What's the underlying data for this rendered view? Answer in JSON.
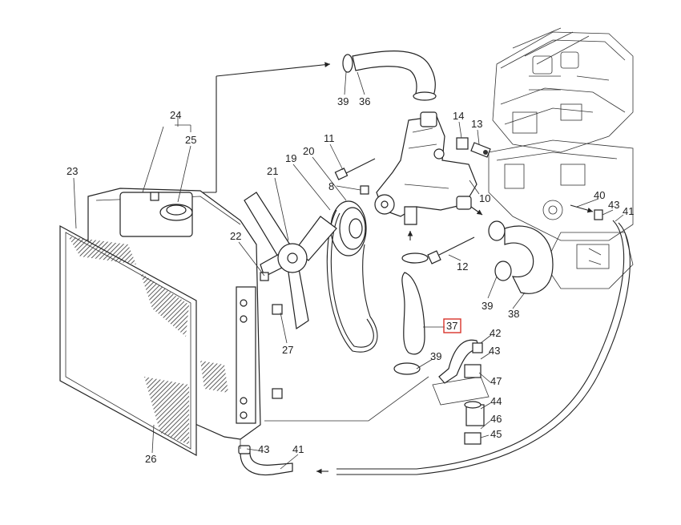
{
  "diagram": {
    "highlight_color": "#d9342b",
    "highlighted_callout": "37",
    "callouts": [
      {
        "id": "c-23",
        "label": "23"
      },
      {
        "id": "c-24",
        "label": "24"
      },
      {
        "id": "c-25",
        "label": "25"
      },
      {
        "id": "c-26",
        "label": "26"
      },
      {
        "id": "c-22",
        "label": "22"
      },
      {
        "id": "c-27",
        "label": "27"
      },
      {
        "id": "c-21",
        "label": "21"
      },
      {
        "id": "c-19",
        "label": "19"
      },
      {
        "id": "c-20",
        "label": "20"
      },
      {
        "id": "c-11",
        "label": "11"
      },
      {
        "id": "c-8",
        "label": "8"
      },
      {
        "id": "c-39a",
        "label": "39"
      },
      {
        "id": "c-36",
        "label": "36"
      },
      {
        "id": "c-14",
        "label": "14"
      },
      {
        "id": "c-13",
        "label": "13"
      },
      {
        "id": "c-10",
        "label": "10"
      },
      {
        "id": "c-12",
        "label": "12"
      },
      {
        "id": "c-37",
        "label": "37"
      },
      {
        "id": "c-39b",
        "label": "39"
      },
      {
        "id": "c-39c",
        "label": "39"
      },
      {
        "id": "c-38",
        "label": "38"
      },
      {
        "id": "c-40",
        "label": "40"
      },
      {
        "id": "c-43a",
        "label": "43"
      },
      {
        "id": "c-41a",
        "label": "41"
      },
      {
        "id": "c-42",
        "label": "42"
      },
      {
        "id": "c-43b",
        "label": "43"
      },
      {
        "id": "c-47",
        "label": "47"
      },
      {
        "id": "c-44",
        "label": "44"
      },
      {
        "id": "c-46",
        "label": "46"
      },
      {
        "id": "c-45",
        "label": "45"
      },
      {
        "id": "c-43c",
        "label": "43"
      },
      {
        "id": "c-41b",
        "label": "41"
      }
    ]
  }
}
